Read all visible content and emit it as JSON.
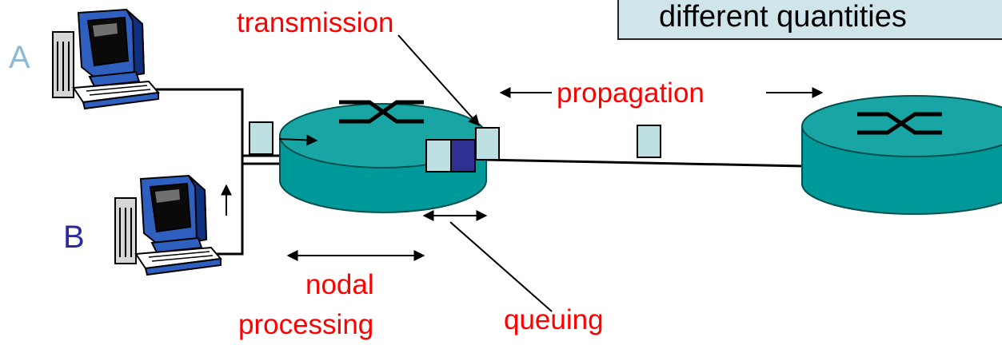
{
  "callout": {
    "text": "different quantities"
  },
  "hosts": [
    {
      "label": "A",
      "color": "#8fb8d8"
    },
    {
      "label": "B",
      "color": "#2a2a9e"
    }
  ],
  "labels": {
    "transmission": "transmission",
    "propagation": "propagation",
    "nodal": "nodal",
    "processing": "processing",
    "queuing": "queuing"
  },
  "colors": {
    "router_fill": "#009999",
    "router_stroke": "#004f4f",
    "packet_light": "#bfe0e3",
    "packet_dark": "#2e3192",
    "label_red": "#ff0000",
    "callout_bg": "#cfe5ea",
    "monitor_blue": "#2f5fbf"
  }
}
